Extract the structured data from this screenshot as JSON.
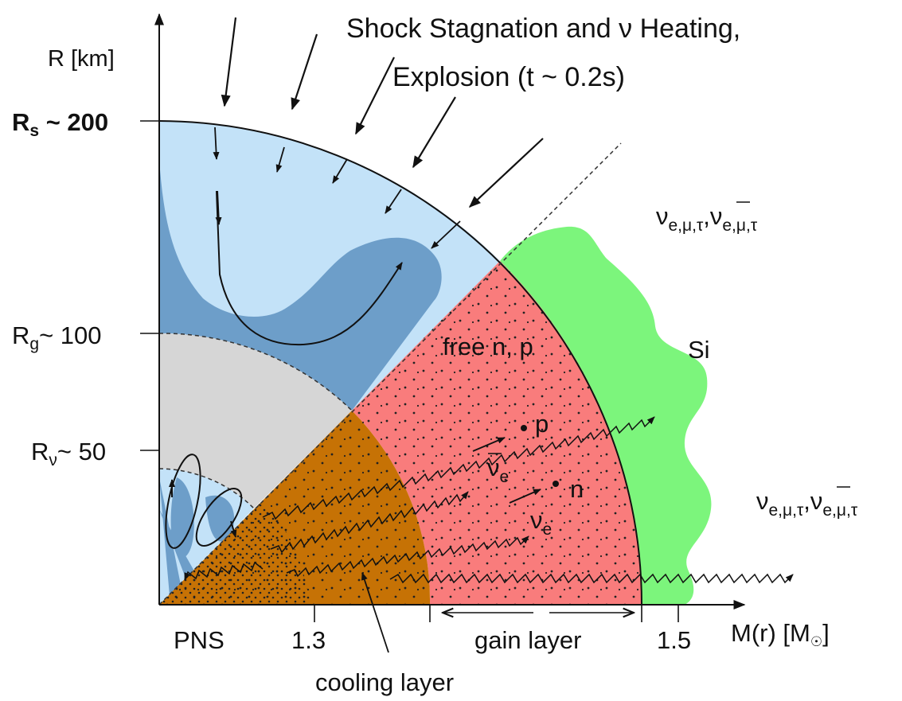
{
  "title": {
    "line1": "Shock Stagnation and ν Heating,",
    "line2": "Explosion  (t ~ 0.2s)"
  },
  "axes": {
    "y_label": "R [km]",
    "x_label_main": "M(r) [M",
    "x_label_end": "]"
  },
  "radii": {
    "shock": {
      "letter": "R",
      "sub": "s",
      "value": " ~ 200"
    },
    "gain": {
      "letter": "R",
      "sub": "g",
      "value": "~ 100"
    },
    "nu": {
      "letter": "R",
      "sub": "ν",
      "value": "~ 50"
    }
  },
  "x_ticks": {
    "pns": "PNS",
    "m13": "1.3",
    "m15": "1.5"
  },
  "regions": {
    "gain_layer": "gain layer",
    "cooling_layer": "cooling layer",
    "free_nucleons": "free n, p",
    "silicon": "Si"
  },
  "particles": {
    "proton": "p",
    "neutron": "n",
    "nu": "ν",
    "e_sub": "e",
    "all_flavor_sub": "e,μ,τ",
    "separator": ","
  },
  "colors": {
    "shocked_light_blue": "#c3e2f8",
    "convection_blue": "#6d9ec9",
    "gray_shell": "#d6d6d6",
    "gain_red": "#f97c7c",
    "cooling_brown": "#c67205",
    "silicon_green": "#7cf57c"
  }
}
